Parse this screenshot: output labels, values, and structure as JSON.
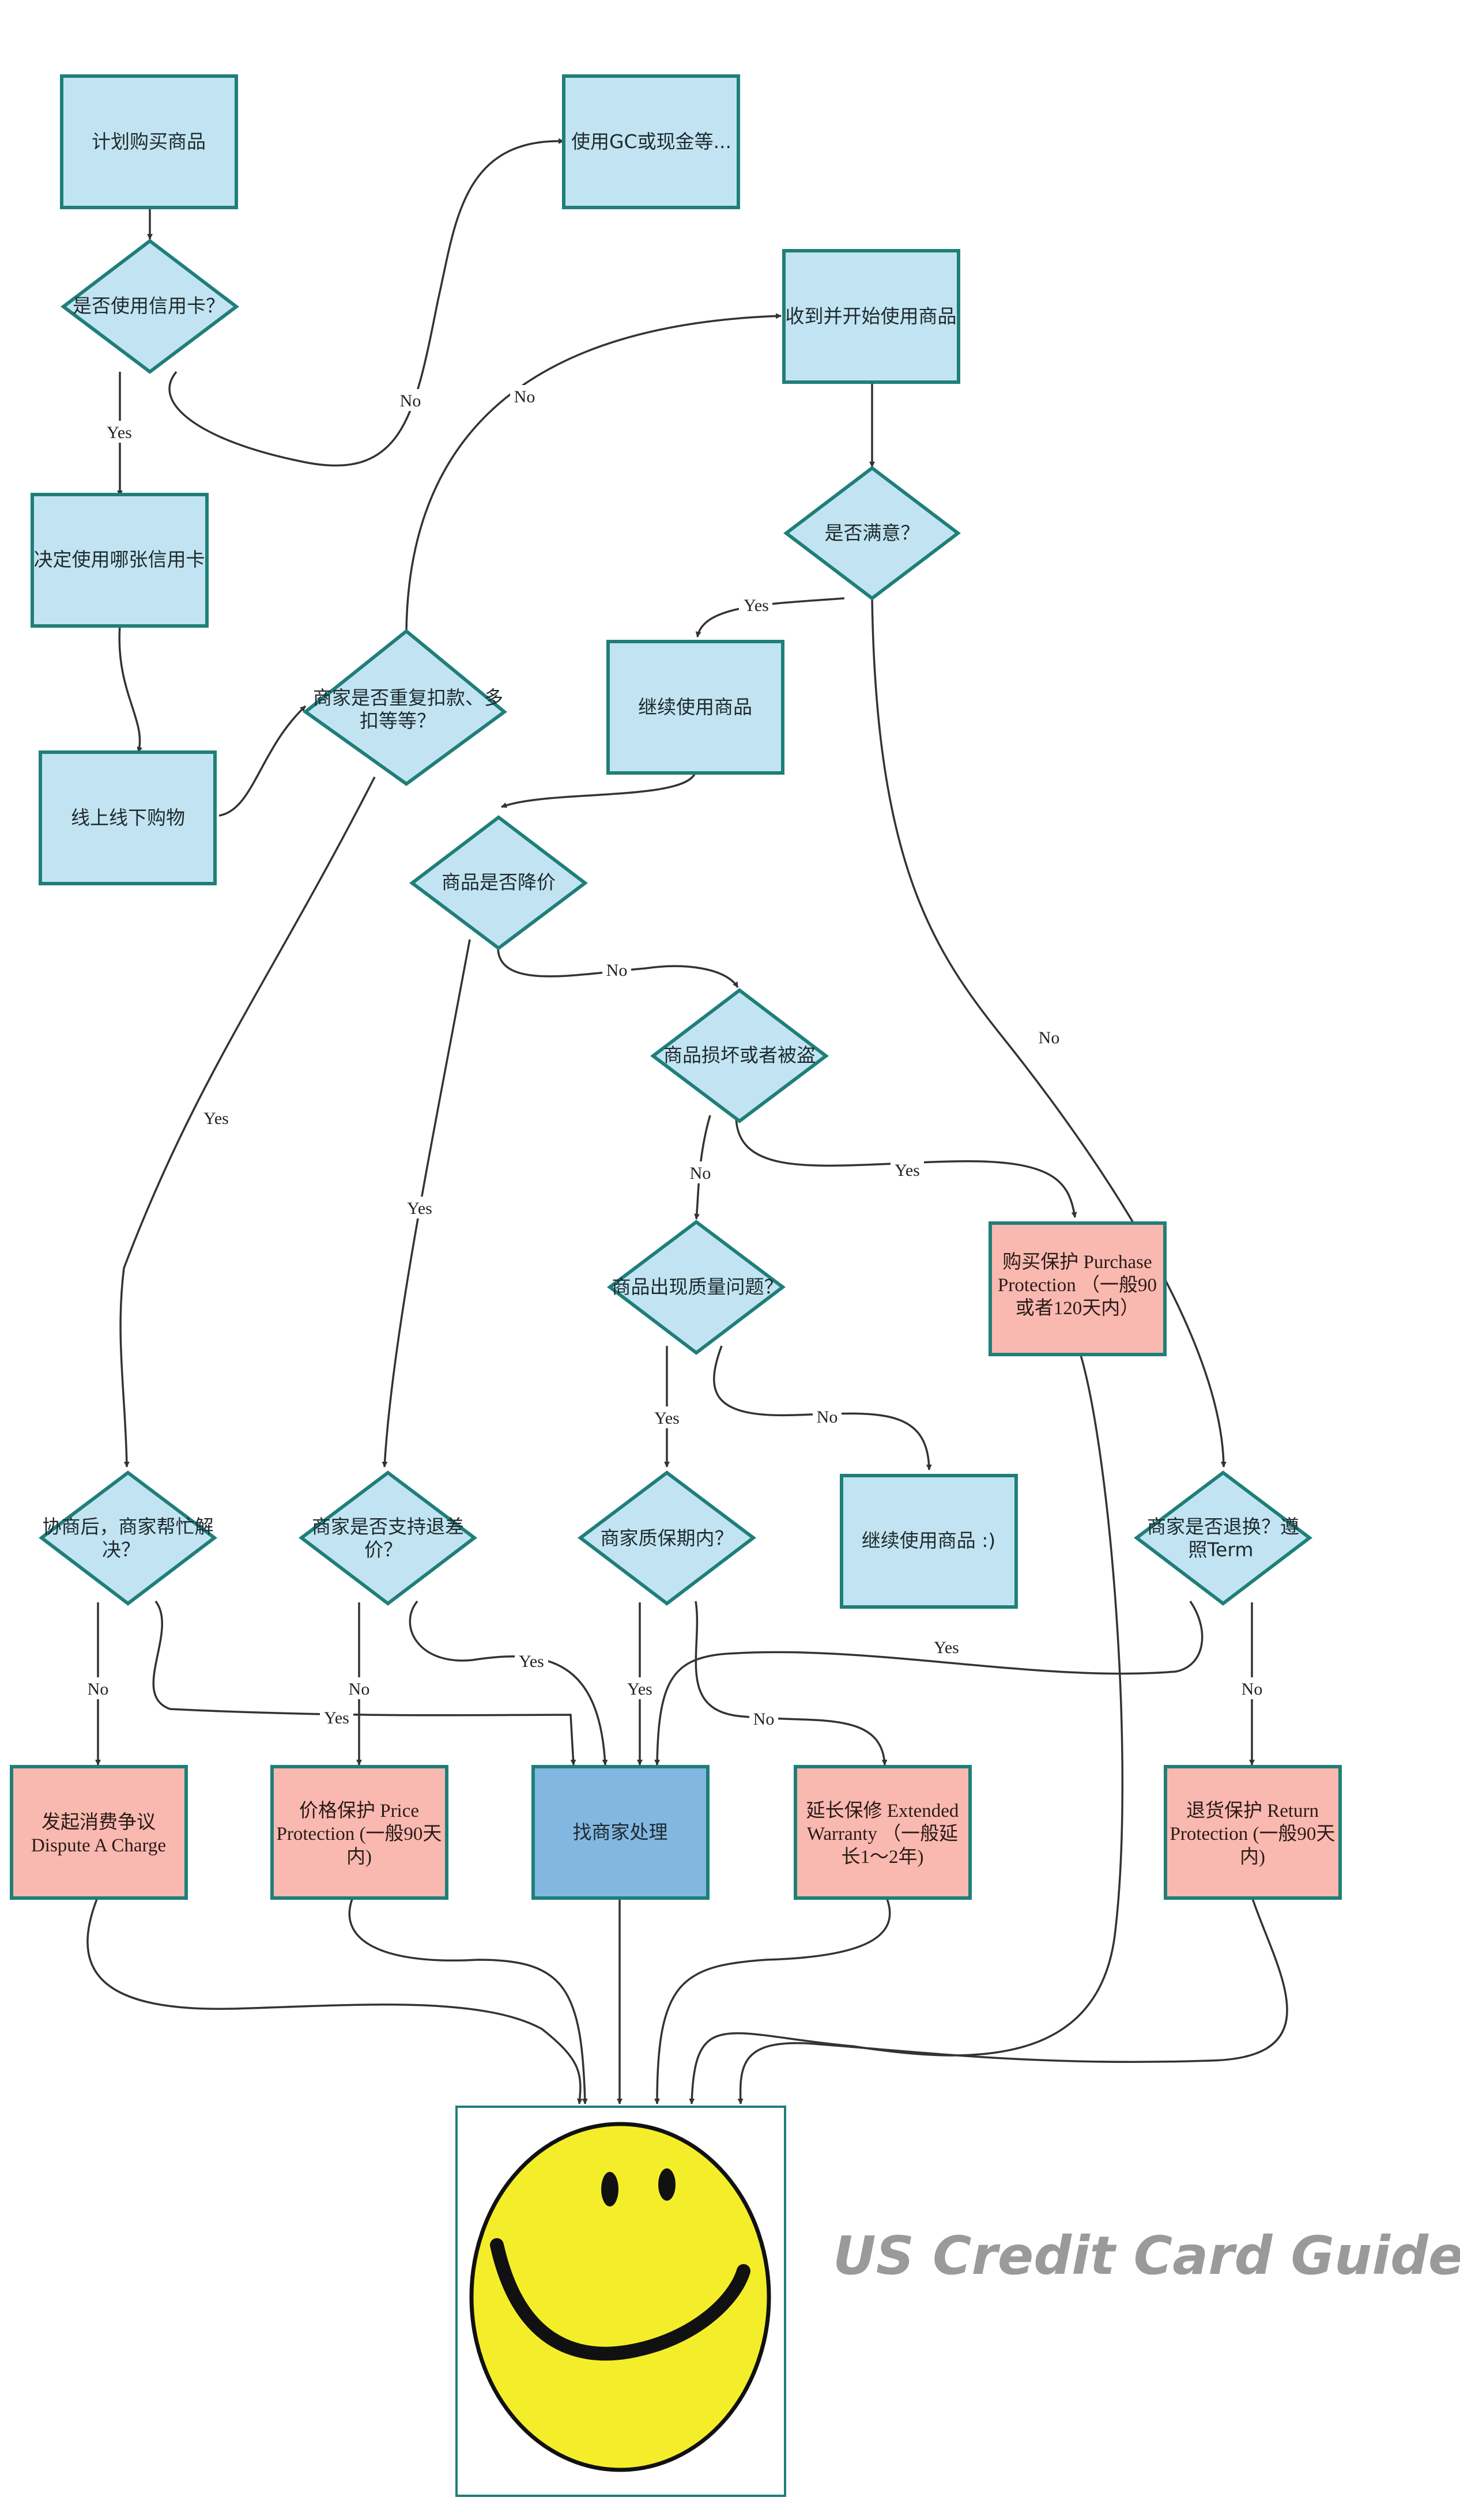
{
  "nodes": {
    "plan_purchase": "计划购买商品",
    "use_gc_cash": "使用GC或现金等...",
    "use_credit_card_q": "是否使用信用卡？",
    "receive_use": "收到并开始使用商品",
    "choose_card": "决定使用哪张信用卡",
    "satisfied_q": "是否满意？",
    "shop": "线上线下购物",
    "merchant_double_charge_q": [
      "商家是否重复扣款、多",
      "扣等等？"
    ],
    "continue_use": "继续使用商品",
    "price_drop_q": "商品是否降价",
    "damaged_stolen_q": "商品损坏或者被盗",
    "purchase_protection": [
      "购买保护 Purchase",
      "Protection （一般90",
      "或者120天内）"
    ],
    "quality_issue_q": "商品出现质量问题？",
    "continue_use_happy": "继续使用商品 :)",
    "after_consult_q": [
      "协商后，商家帮忙解",
      "决？"
    ],
    "merchant_refund_diff_q": [
      "商家是否支持退差",
      "价？"
    ],
    "merchant_warranty_q": "商家质保期内？",
    "merchant_return_q": [
      "商家是否退换？遵",
      "照Term"
    ],
    "dispute_charge": [
      "发起消费争议",
      "Dispute A Charge"
    ],
    "price_protection": [
      "价格保护 Price",
      "Protection (一般90天",
      "内)"
    ],
    "contact_merchant": "找商家处理",
    "extended_warranty": [
      "延长保修 Extended",
      "Warranty （一般延",
      "长1～2年)"
    ],
    "return_protection": [
      "退货保护 Return",
      "Protection (一般90天",
      "内)"
    ]
  },
  "edge_labels": {
    "yes": "Yes",
    "no": "No"
  },
  "watermark": "US Credit Card Guide",
  "colors": {
    "process_fill": "#c2e4f2",
    "decision_fill": "#c2e4f2",
    "border": "#1f7f78",
    "benefit_fill": "#f9b9b0",
    "merchant_fill": "#82b7e2",
    "smiley_yellow": "#f4ee2a"
  }
}
